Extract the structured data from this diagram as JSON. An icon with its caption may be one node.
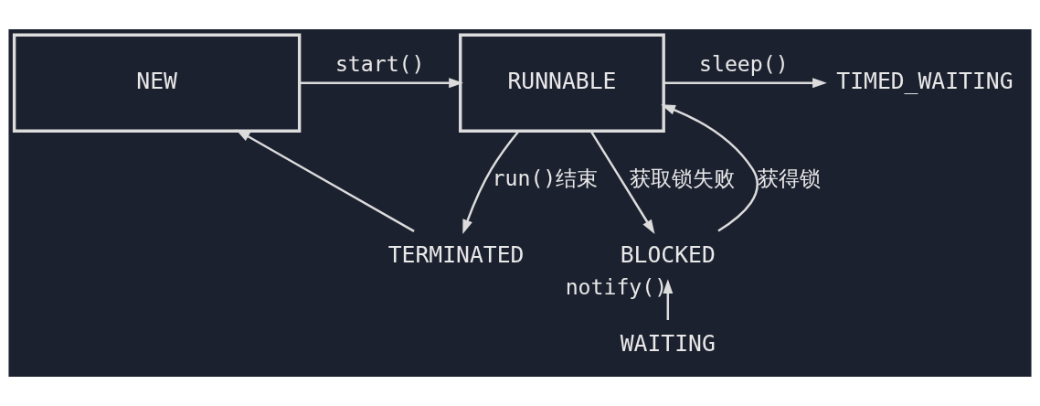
{
  "diagram": {
    "nodes": [
      {
        "text": [
          "NEW"
        ]
      },
      {
        "text": [
          "RUNNABLE"
        ]
      },
      {
        "text": [
          "TIMED_WAITING"
        ]
      },
      {
        "text": [
          "TERMINATED"
        ]
      },
      {
        "text": [
          "BLOCKED"
        ]
      },
      {
        "text": [
          "WAITING"
        ]
      }
    ],
    "edges": [
      {
        "from": 0,
        "to": 1,
        "label": "start()",
        "arrow": "to"
      },
      {
        "from": 1,
        "to": 2,
        "label": "sleep()",
        "arrow": "to"
      },
      {
        "from": 1,
        "to": 4,
        "label": "获取锁失败",
        "arrow": "to"
      },
      {
        "from": 3,
        "to": 0,
        "arrow": "to"
      },
      {
        "from": 1,
        "to": 3,
        "label": "run()结束",
        "arrow": "to"
      },
      {
        "from": 4,
        "to": 1,
        "label": "获得锁",
        "arrow": "to"
      },
      {
        "from": 5,
        "to": 4,
        "label": "notify()",
        "arrow": "to"
      }
    ]
  }
}
